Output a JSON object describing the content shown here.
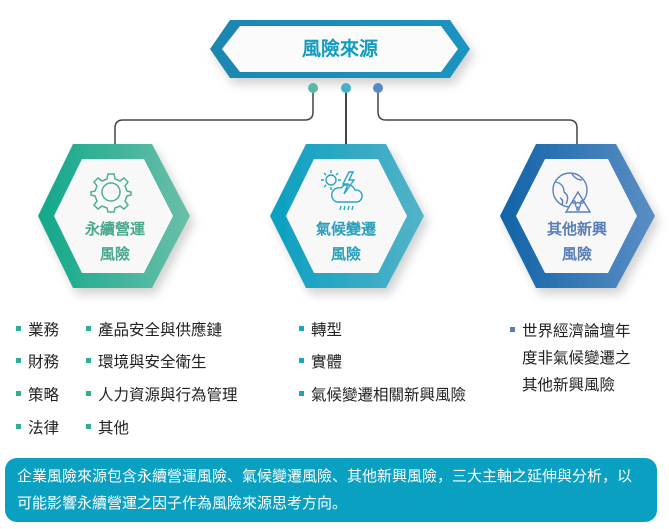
{
  "title": "風險來源",
  "colors": {
    "green": "#2fae93",
    "teal": "#19a6c2",
    "blue": "#2f6fb4",
    "summary_bg": "#0aa0c2"
  },
  "categories": [
    {
      "label1": "永續營運",
      "label2": "風險",
      "icon": "gear-icon"
    },
    {
      "label1": "氣候變遷",
      "label2": "風險",
      "icon": "weather-icon"
    },
    {
      "label1": "其他新興",
      "label2": "風險",
      "icon": "globe-virus-icon"
    }
  ],
  "lists": {
    "col1": [
      "業務",
      "財務",
      "策略",
      "法律"
    ],
    "col2": [
      "產品安全與供應鏈",
      "環境與安全衛生",
      "人力資源與行為管理",
      "其他"
    ],
    "col3": [
      "轉型",
      "實體",
      "氣候變遷相關新興風險"
    ],
    "col4": {
      "line1": "世界經濟論壇年",
      "line2": "度非氣候變遷之",
      "line3": "其他新興風險"
    }
  },
  "summary": "企業風險來源包含永續營運風險、氣候變遷風險、其他新興風險，三大主軸之延伸與分析，以可能影響永續營運之因子作為風險來源思考方向。"
}
